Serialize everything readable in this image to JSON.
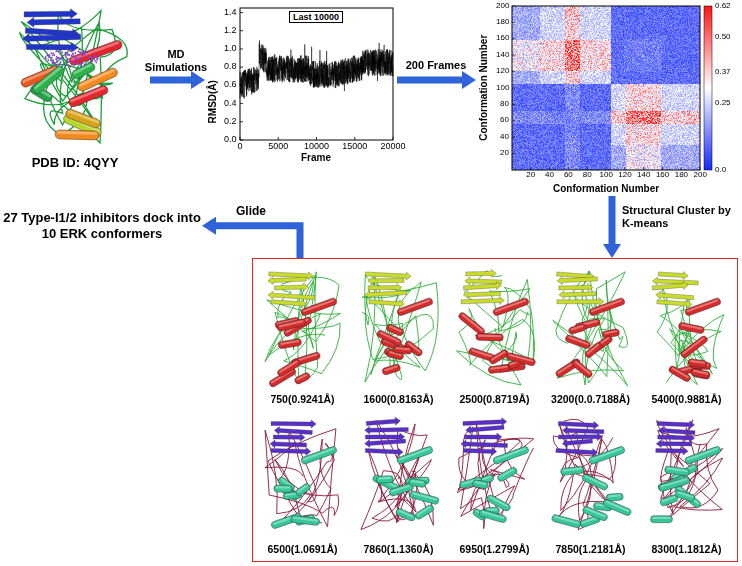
{
  "diagram": {
    "nodes": [
      {
        "text": [
          "PDB ID: 4QYY"
        ]
      },
      {
        "text": [
          "RMSD(Å)",
          "Frame",
          "Last 10000"
        ]
      },
      {
        "text": [
          "Conformation Number",
          "Conformation Number"
        ]
      },
      {
        "text": []
      },
      {
        "text": [
          "750(0.9241Å)"
        ],
        "in": 3
      },
      {
        "text": [
          "1600(0.8163Å)"
        ],
        "in": 3
      },
      {
        "text": [
          "2500(0.8719Å)"
        ],
        "in": 3
      },
      {
        "text": [
          "3200(0.0.7188Å)"
        ],
        "in": 3
      },
      {
        "text": [
          "5400(0.9881Å)"
        ],
        "in": 3
      },
      {
        "text": [
          "6500(1.0691Å)"
        ],
        "in": 3
      },
      {
        "text": [
          "7860(1.1360Å)"
        ],
        "in": 3
      },
      {
        "text": [
          "6950(1.2799Å)"
        ],
        "in": 3
      },
      {
        "text": [
          "7850(1.2181Å)"
        ],
        "in": 3
      },
      {
        "text": [
          "8300(1.1812Å)"
        ],
        "in": 3
      },
      {
        "text": [
          "27 Type-I1/2 inhibitors dock into 10 ERK conformers"
        ]
      }
    ],
    "edges": [
      {
        "from": 0,
        "to": 1,
        "arrow": "to",
        "label": "MD Simulations"
      },
      {
        "from": 1,
        "to": 2,
        "arrow": "to",
        "label": "200 Frames"
      },
      {
        "from": 2,
        "to": 3,
        "arrow": "to",
        "label": "Structural Cluster by K-means"
      },
      {
        "from": 3,
        "to": 14,
        "arrow": "to",
        "label": "Glide"
      }
    ],
    "labels": [
      "0.0",
      "0.2",
      "0.4",
      "0.6",
      "0.8",
      "1.0",
      "1.2",
      "1.4",
      "0",
      "5000",
      "10000",
      "15000",
      "20000",
      "20",
      "40",
      "60",
      "80",
      "100",
      "120",
      "140",
      "160",
      "180",
      "200",
      "20",
      "40",
      "60",
      "80",
      "100",
      "120",
      "140",
      "160",
      "180",
      "200",
      "0.62",
      "0.50",
      "0.37",
      "0.25",
      "0.0"
    ]
  }
}
